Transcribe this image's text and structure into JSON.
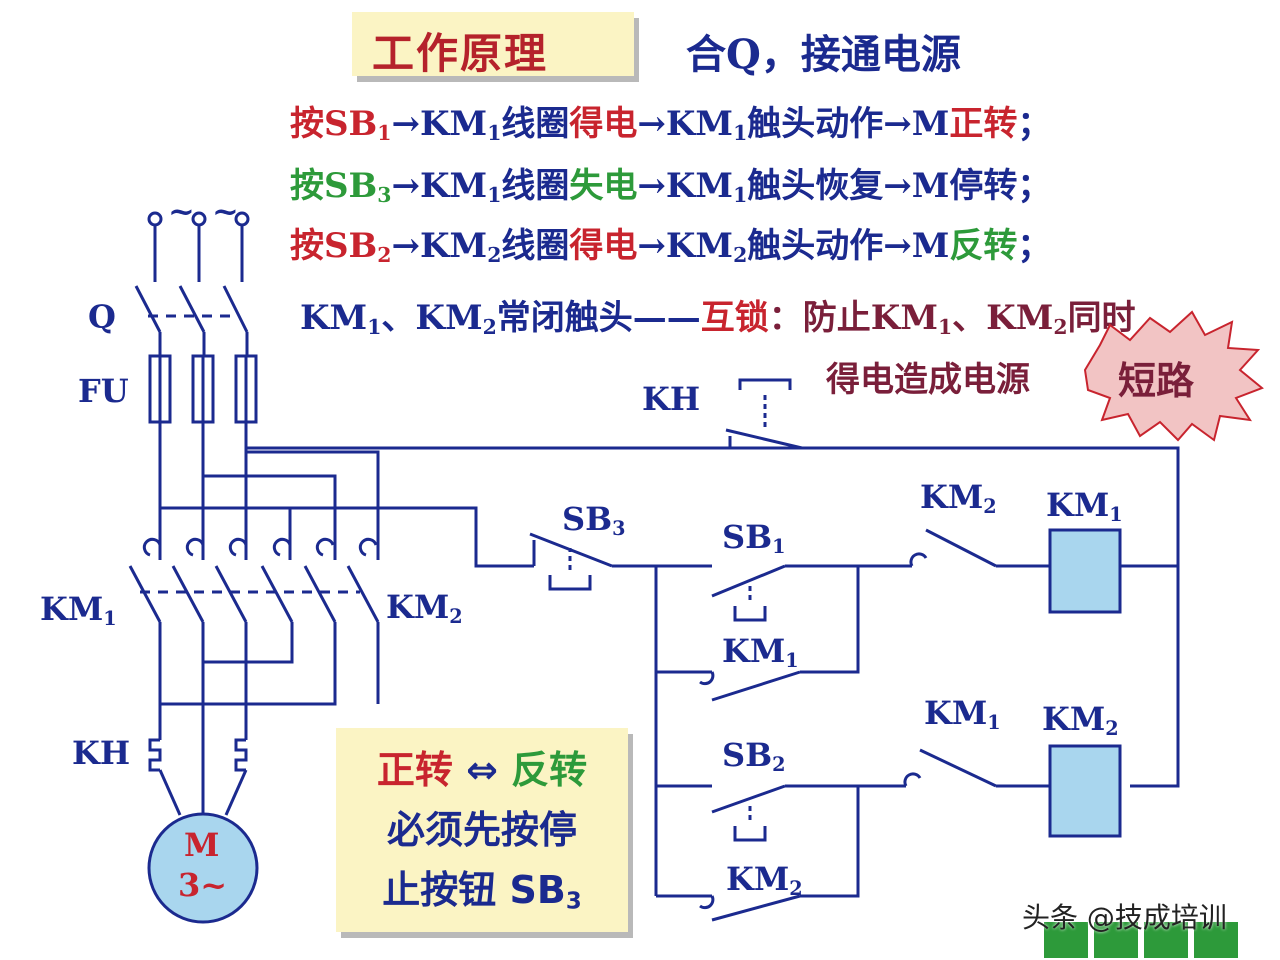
{
  "title": "工作原理",
  "subtitle": "合Q，接通电源",
  "lines": [
    {
      "a1": "按SB",
      "s1": "1",
      "a2": "→KM",
      "s2": "1",
      "a3": "线圈",
      "b1": "得电",
      "a4": "→KM",
      "s4": "1",
      "a5": "触头动作→M",
      "b2": "正转",
      "a6": "；"
    },
    {
      "a1": "按SB",
      "s1": "3",
      "a2": "→KM",
      "s2": "1",
      "a3": "线圈",
      "b1": "失电",
      "a4": "→KM",
      "s4": "1",
      "a5": "触头恢复→M",
      "b2": "停转",
      "a6": "；"
    },
    {
      "a1": "按SB",
      "s1": "2",
      "a2": "→KM",
      "s2": "2",
      "a3": "线圈",
      "b1": "得电",
      "a4": "→KM",
      "s4": "2",
      "a5": "触头动作→M",
      "b2": "反转",
      "a6": "；"
    }
  ],
  "interlock": {
    "p1": "KM",
    "s1": "1",
    "p2": "、KM",
    "s2": "2",
    "p3": "常闭触头——",
    "key": "互锁",
    "p4": "：防止KM",
    "s3": "1",
    "p5": "、KM",
    "s4": "2",
    "p6": "同时",
    "line2": "得电造成电源",
    "burst": "短路"
  },
  "note": {
    "l1a": "正转",
    "l1b": "⇔",
    "l1c": "反转",
    "l2": "必须先按停",
    "l3a": "止按钮 SB",
    "l3b": "3"
  },
  "labels": {
    "q": "Q",
    "fu": "FU",
    "km1_main": "KM",
    "km1_main_sub": "1",
    "km2_main": "KM",
    "km2_main_sub": "2",
    "kh_main": "KH",
    "motor_m": "M",
    "motor_3": "3~",
    "kh_ctrl": "KH",
    "sb3": "SB",
    "sb3_sub": "3",
    "sb1": "SB",
    "sb1_sub": "1",
    "km1_hold": "KM",
    "km1_hold_sub": "1",
    "sb2": "SB",
    "sb2_sub": "2",
    "km2_hold": "KM",
    "km2_hold_sub": "2",
    "km2_nc": "KM",
    "km2_nc_sub": "2",
    "km1_coil": "KM",
    "km1_coil_sub": "1",
    "km1_nc": "KM",
    "km1_nc_sub": "1",
    "km2_coil": "KM",
    "km2_coil_sub": "2",
    "tilde1": "~",
    "tilde2": "~"
  },
  "watermark": "头条 @技成培训",
  "colors": {
    "wire": "#1b2a8f",
    "red": "#c8242e",
    "green": "#2d9a3a",
    "coil": "#a9d6ee",
    "note_bg": "#fbf4c4"
  }
}
